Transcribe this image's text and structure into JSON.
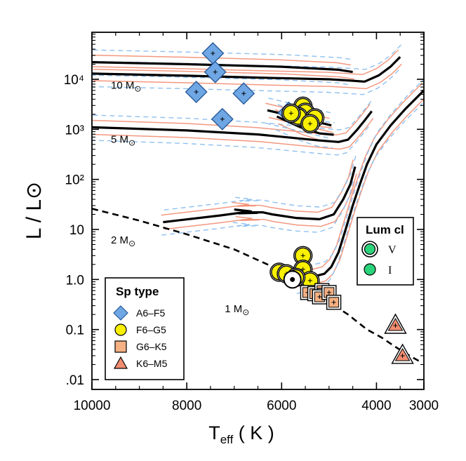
{
  "chart_data": {
    "type": "scatter",
    "axes": {
      "x": {
        "label": "T",
        "label_subscript": "eff",
        "label_unit": "( K )",
        "scale": "linear",
        "reversed": true,
        "range": [
          10000,
          3000
        ],
        "ticks": [
          10000,
          8000,
          6000,
          4000,
          3000
        ],
        "tick_labels": [
          "10000",
          "8000",
          "6000",
          "4000",
          "3000"
        ]
      },
      "y": {
        "label": "L / L⊙",
        "scale": "log",
        "range": [
          0.006,
          90000
        ],
        "ticks": [
          0.01,
          0.1,
          1,
          10,
          100,
          1000,
          10000
        ],
        "tick_labels": [
          ".01",
          "0.1",
          "1.0",
          "10",
          "10²",
          "10³",
          "10⁴"
        ]
      },
      "grid": false
    },
    "mass_labels": [
      {
        "text": "10 M⊙",
        "T": 9600,
        "L": 6500
      },
      {
        "text": "5 M⊙",
        "T": 9600,
        "L": 540
      },
      {
        "text": "2 M⊙",
        "T": 9600,
        "L": 5.2
      },
      {
        "text": "1 M⊙",
        "T": 7200,
        "L": 0.22
      }
    ],
    "tracks_solid": [
      {
        "name": "10 M⊙",
        "points": [
          [
            10000,
            13000
          ],
          [
            8000,
            11800
          ],
          [
            6500,
            10800
          ],
          [
            5000,
            10000
          ],
          [
            4600,
            9500
          ],
          [
            4250,
            9000
          ],
          [
            3950,
            12000
          ],
          [
            3700,
            18000
          ],
          [
            3500,
            28000
          ]
        ]
      },
      {
        "name": "10 M⊙ upper",
        "points": [
          [
            10000,
            22000
          ],
          [
            8000,
            20000
          ],
          [
            6000,
            17800
          ],
          [
            4800,
            15500
          ],
          [
            4500,
            14000
          ]
        ]
      },
      {
        "name": "5 M⊙",
        "points": [
          [
            10000,
            1100
          ],
          [
            8000,
            950
          ],
          [
            6500,
            790
          ],
          [
            5200,
            600
          ],
          [
            4800,
            560
          ],
          [
            4600,
            620
          ],
          [
            4400,
            1000
          ],
          [
            4250,
            1500
          ],
          [
            4100,
            2300
          ]
        ]
      },
      {
        "name": "5 M⊙ loop",
        "points": [
          [
            6100,
            1800
          ],
          [
            5600,
            1100
          ],
          [
            5200,
            830
          ],
          [
            4900,
            780
          ]
        ]
      },
      {
        "name": "5 M⊙ loop b",
        "points": [
          [
            6300,
            2400
          ],
          [
            5500,
            1600
          ],
          [
            4950,
            1200
          ]
        ]
      },
      {
        "name": "2 M⊙",
        "points": [
          [
            8500,
            14
          ],
          [
            7300,
            19
          ],
          [
            6800,
            22
          ],
          [
            6400,
            22
          ],
          [
            6200,
            20
          ],
          [
            5700,
            17
          ],
          [
            5200,
            16
          ],
          [
            4900,
            20
          ],
          [
            4700,
            40
          ],
          [
            4550,
            80
          ],
          [
            4450,
            180
          ]
        ]
      },
      {
        "name": "2 M⊙ hook",
        "points": [
          [
            7000,
            25
          ],
          [
            6650,
            23
          ],
          [
            6900,
            21
          ],
          [
            6500,
            21.5
          ]
        ]
      },
      {
        "name": "1 M⊙",
        "points": [
          [
            5650,
            0.95
          ],
          [
            5400,
            1.1
          ],
          [
            5100,
            1.3
          ],
          [
            4950,
            1.8
          ],
          [
            4800,
            3.5
          ],
          [
            4650,
            10
          ],
          [
            4500,
            30
          ],
          [
            4350,
            80
          ],
          [
            4200,
            200
          ],
          [
            4000,
            500
          ],
          [
            3700,
            1200
          ],
          [
            3400,
            2500
          ],
          [
            3000,
            6000
          ]
        ]
      }
    ],
    "zams": {
      "points": [
        [
          10000,
          26
        ],
        [
          9000,
          15
        ],
        [
          8000,
          8
        ],
        [
          7000,
          4
        ],
        [
          6300,
          2
        ],
        [
          5800,
          1
        ],
        [
          5400,
          0.65
        ],
        [
          5000,
          0.35
        ],
        [
          4600,
          0.2
        ],
        [
          4200,
          0.1
        ],
        [
          3900,
          0.07
        ],
        [
          3600,
          0.045
        ],
        [
          3300,
          0.03
        ],
        [
          3050,
          0.022
        ]
      ]
    },
    "series": [
      {
        "name": "A6–F5",
        "marker": "diamond",
        "color": "#6fa7e4",
        "points": [
          [
            7450,
            33000
          ],
          [
            7400,
            14000
          ],
          [
            7800,
            5600
          ],
          [
            6800,
            5200
          ],
          [
            7250,
            1600
          ],
          [
            5850,
            2150
          ]
        ]
      },
      {
        "name": "F6–G5",
        "marker": "circle",
        "color": "#f8f000",
        "points": [
          [
            5550,
            2900
          ],
          [
            5500,
            2200
          ],
          [
            5650,
            1800
          ],
          [
            5300,
            1700
          ],
          [
            5400,
            1300
          ],
          [
            5800,
            2100
          ],
          [
            5550,
            3.0
          ],
          [
            6050,
            1.4
          ],
          [
            5900,
            1.3
          ],
          [
            5550,
            1.6
          ],
          [
            5400,
            0.95
          ],
          [
            5700,
            1.1
          ]
        ]
      },
      {
        "name": "G6–K5",
        "marker": "square",
        "color": "#f5b083",
        "points": [
          [
            5450,
            0.55
          ],
          [
            5300,
            0.52
          ],
          [
            5150,
            0.6
          ],
          [
            5100,
            0.48
          ],
          [
            5200,
            0.45
          ],
          [
            5000,
            0.55
          ],
          [
            4900,
            0.35
          ]
        ]
      },
      {
        "name": "K6–M5",
        "marker": "triangle",
        "color": "#f28d71",
        "points": [
          [
            3600,
            0.12
          ],
          [
            3450,
            0.03
          ]
        ]
      }
    ],
    "sun": {
      "T": 5772,
      "L": 1.0
    },
    "legend_sptype": {
      "title": "Sp type",
      "entries": [
        "A6–F5",
        "F6–G5",
        "G6–K5",
        "K6–M5"
      ],
      "placement": "bottom-left"
    },
    "legend_lumcl": {
      "title": "Lum cl",
      "entries": [
        "V",
        "I"
      ],
      "color": "#2bd47a",
      "placement": "right"
    },
    "colors": {
      "track_solid": "#f28d71",
      "track_dashed": "#8fc0f0",
      "main_track": "#000000"
    }
  }
}
